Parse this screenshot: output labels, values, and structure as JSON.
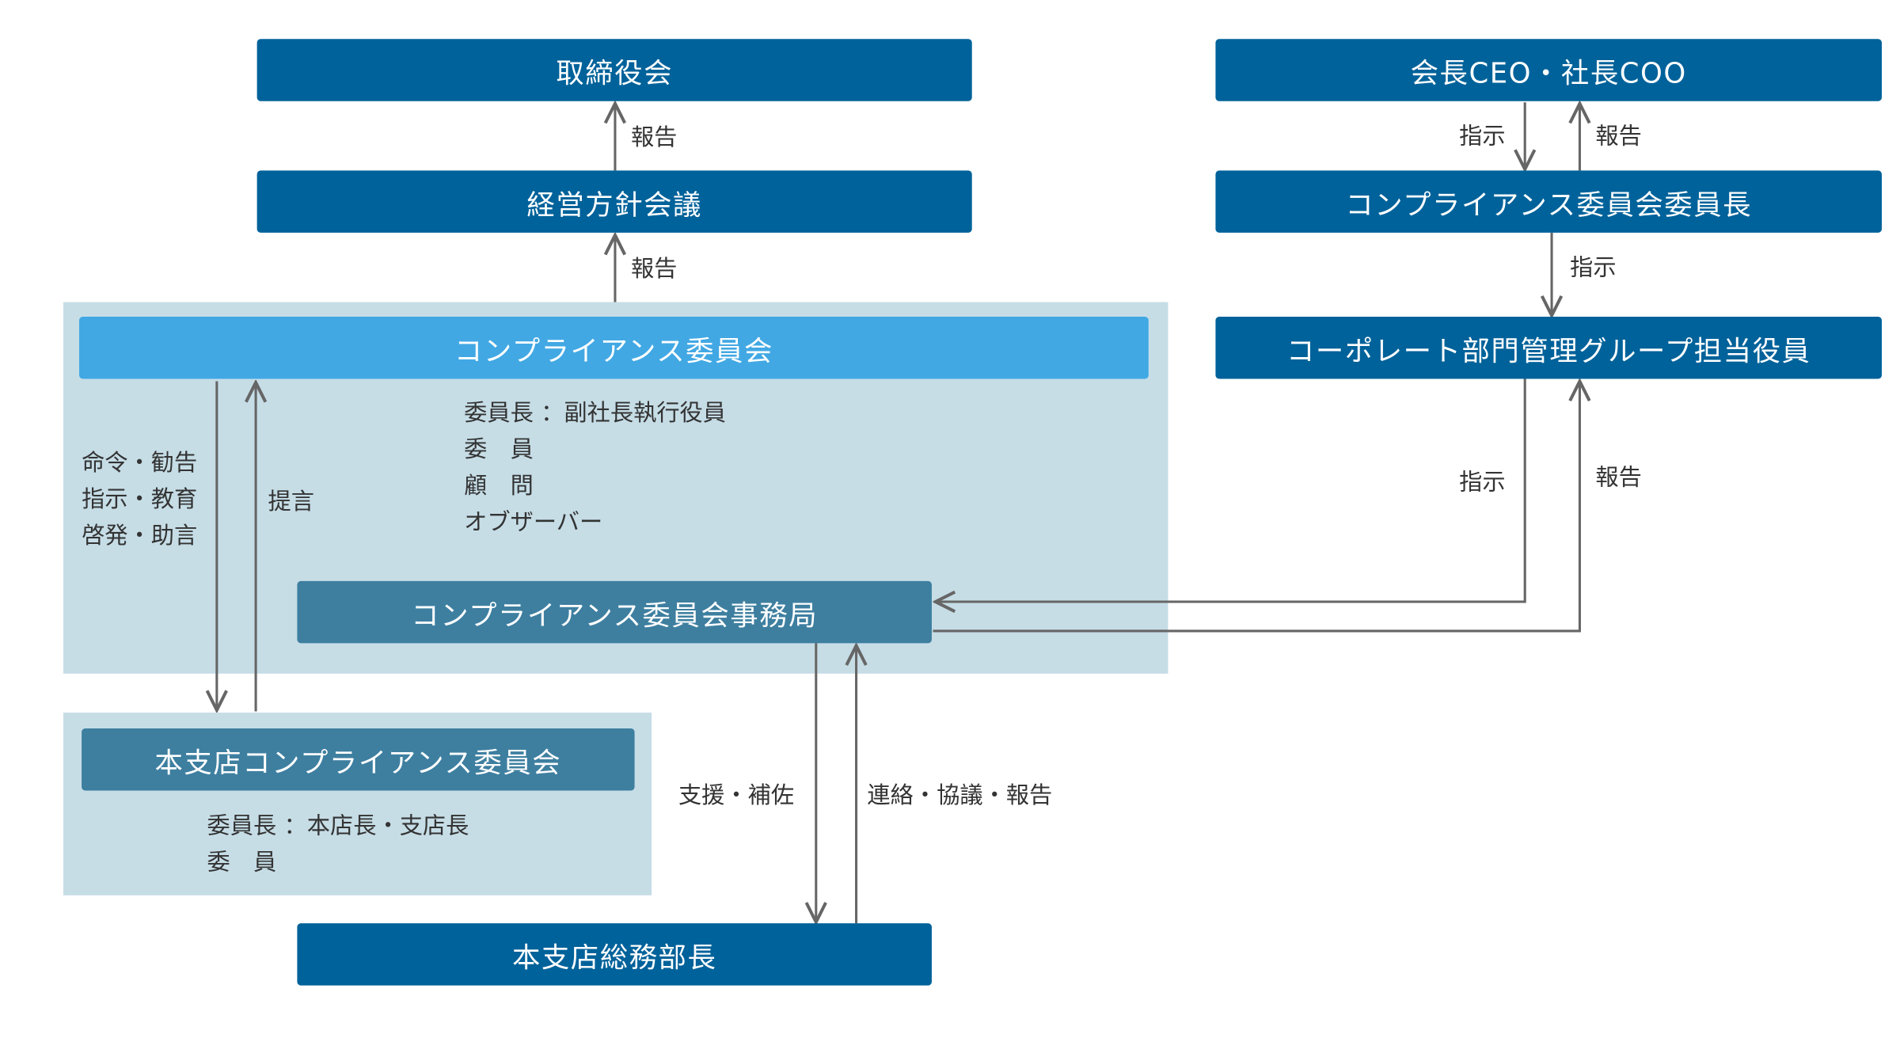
{
  "boxes": {
    "board": "取締役会",
    "management_meeting": "経営方針会議",
    "compliance_committee": "コンプライアンス委員会",
    "secretariat": "コンプライアンス委員会事務局",
    "branch_committee": "本支店コンプライアンス委員会",
    "branch_general_manager": "本支店総務部長",
    "ceo_coo": "会長CEO・社長COO",
    "committee_chair": "コンプライアンス委員会委員長",
    "corporate_officer": "コーポレート部門管理グループ担当役員"
  },
  "committee_members": [
    "委員長 ：副社長執行役員",
    "委　員",
    "顧　問",
    "オブザーバー"
  ],
  "branch_members": [
    "委員長 ：本店長・支店長",
    "委　員"
  ],
  "labels": {
    "report": "報告",
    "instruct": "指示",
    "command_lines": [
      "命令・勧告",
      "指示・教育",
      "啓発・助言"
    ],
    "proposal": "提言",
    "support": "支援・補佐",
    "liaison": "連絡・協議・報告"
  },
  "colors": {
    "dark": "#00629a",
    "light": "#41a8e4",
    "mid": "#3e7fa0",
    "panel": "#c6dde6",
    "line": "#666666"
  }
}
